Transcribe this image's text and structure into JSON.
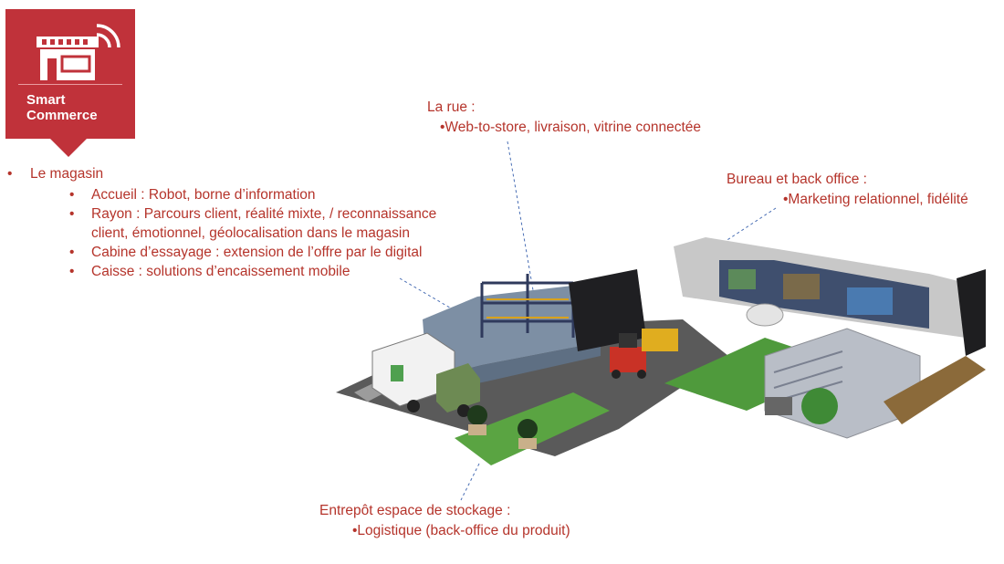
{
  "badge": {
    "title_line1": "Smart",
    "title_line2": "Commerce",
    "icon": "storefront-wifi-icon",
    "color": "#c0323a"
  },
  "magasin": {
    "heading": "Le magasin",
    "bullet": "•",
    "items": [
      {
        "line1": "Accueil : Robot, borne d’information"
      },
      {
        "line1": "Rayon : Parcours client, réalité mixte, / reconnaissance",
        "line2": "client, émotionnel, géolocalisation dans le magasin"
      },
      {
        "line1": "Cabine d’essayage : extension de l’offre par le digital"
      },
      {
        "line1": "Caisse : solutions d’encaissement mobile"
      }
    ]
  },
  "rue": {
    "heading": "La rue :",
    "detail": "•Web-to-store, livraison, vitrine connectée"
  },
  "bureau": {
    "heading": "Bureau et back office :",
    "detail": "•Marketing relationnel, fidélité"
  },
  "entrepot": {
    "heading": "Entrepôt espace de stockage :",
    "detail": "•Logistique (back-office du produit)"
  },
  "colors": {
    "text": "#b5342b",
    "leader": "#4a6fb5"
  }
}
